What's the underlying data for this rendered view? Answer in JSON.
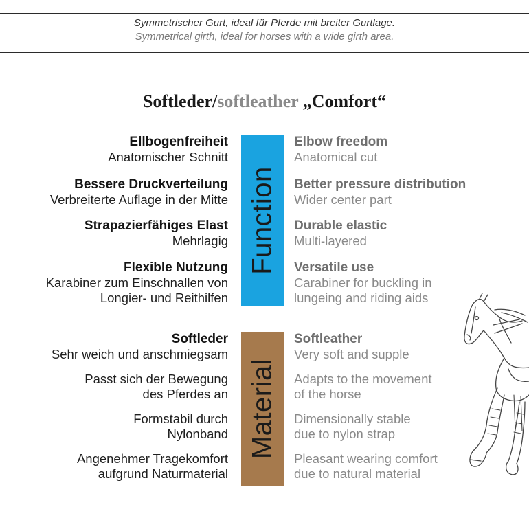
{
  "intro": {
    "line_de": "Symmetrischer Gurt, ideal für Pferde mit breiter Gurtlage.",
    "line_en": "Symmetrical girth, ideal for horses with a wide girth area."
  },
  "heading": {
    "part_de": "Softleder/",
    "part_en": "softleather",
    "part_name": " „Comfort“"
  },
  "bands": {
    "function": {
      "label": "Function",
      "color": "#1aa3e0"
    },
    "material": {
      "label": "Material",
      "color": "#a67a4d"
    }
  },
  "function_de": [
    {
      "title": "Ellbogenfreiheit",
      "desc": "Anatomischer Schnitt"
    },
    {
      "title": "Bessere Druckverteilung",
      "desc": "Verbreiterte Auflage in der Mitte"
    },
    {
      "title": "Strapazierfähiges Elast",
      "desc": "Mehrlagig"
    },
    {
      "title": "Flexible Nutzung",
      "desc": "Karabiner zum Einschnallen von",
      "desc2": "Longier- und Reithilfen"
    }
  ],
  "function_en": [
    {
      "title": "Elbow freedom",
      "desc": "Anatomical cut"
    },
    {
      "title": "Better pressure distribution",
      "desc": "Wider center part"
    },
    {
      "title": "Durable elastic",
      "desc": "Multi-layered"
    },
    {
      "title": "Versatile use",
      "desc": "Carabiner for buckling in",
      "desc2": "lungeing and riding aids"
    }
  ],
  "material_de": {
    "title": "Softleder",
    "lines": [
      "Sehr weich und anschmiegsam",
      "Passt sich der Bewegung",
      "des Pferdes an",
      "Formstabil durch",
      "Nylonband",
      "Angenehmer Tragekomfort",
      "aufgrund Naturmaterial"
    ]
  },
  "material_en": {
    "title": "Softleather",
    "lines": [
      "Very soft and supple",
      "Adapts to the movement",
      "of the horse",
      "Dimensionally stable",
      "due to nylon strap",
      "Pleasant wearing comfort",
      "due to natural material"
    ]
  },
  "icons": {
    "illustration": "horse-sketch-icon"
  }
}
